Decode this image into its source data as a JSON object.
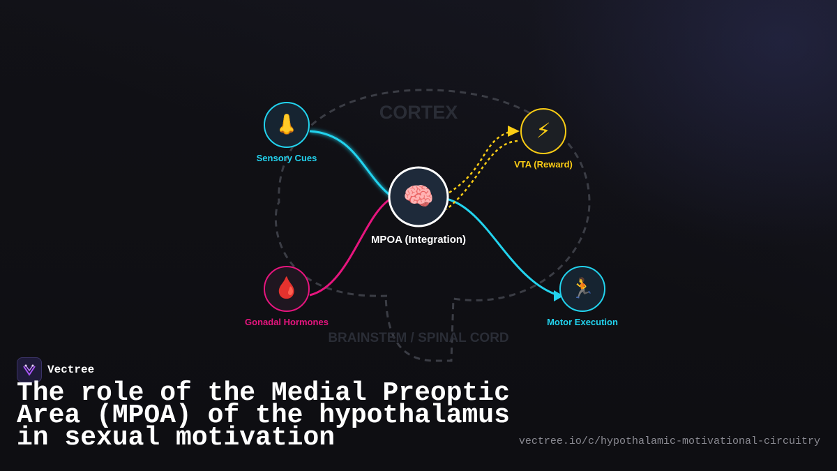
{
  "diagram": {
    "regions": {
      "cortex": "CORTEX",
      "brainstem": "BRAINSTEM / SPINAL CORD"
    },
    "center": {
      "label": "MPOA (Integration)",
      "icon": "🧠",
      "icon_name": "brain-icon"
    },
    "nodes": {
      "sensory": {
        "label": "Sensory Cues",
        "icon": "👃",
        "icon_name": "nose-icon",
        "color": "#22d3ee"
      },
      "vta": {
        "label": "VTA (Reward)",
        "icon": "⚡",
        "icon_name": "lightning-icon",
        "color": "#facc15"
      },
      "hormones": {
        "label": "Gonadal Hormones",
        "icon": "🩸",
        "icon_name": "blood-drop-icon",
        "color": "#e6157e"
      },
      "motor": {
        "label": "Motor Execution",
        "icon": "🏃",
        "icon_name": "running-person-icon",
        "color": "#22d3ee"
      }
    }
  },
  "footer": {
    "brand": "Vectree",
    "title": "The role of the Medial Preoptic Area (MPOA) of the hypothalamus in sexual motivation",
    "url": "vectree.io/c/hypothalamic-motivational-circuitry"
  }
}
